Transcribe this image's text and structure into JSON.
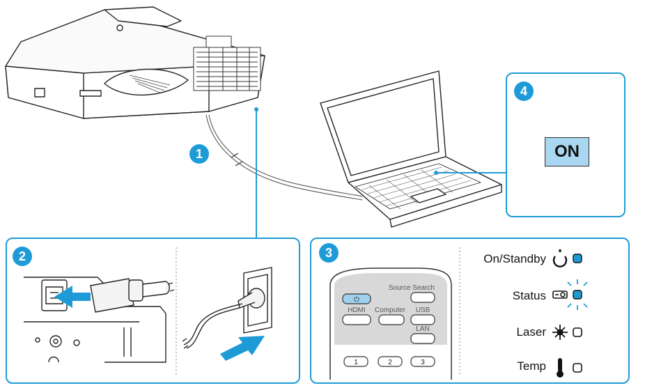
{
  "steps": {
    "s1": "1",
    "s2": "2",
    "s3": "3",
    "s4": "4"
  },
  "power_display": "ON",
  "remote": {
    "source_search": "Source Search",
    "hdmi": "HDMI",
    "computer": "Computer",
    "usb": "USB",
    "lan": "LAN",
    "num1": "1",
    "num2": "2",
    "num3": "3"
  },
  "indicators": [
    {
      "label": "On/Standby",
      "icon": "power-icon",
      "state": "on"
    },
    {
      "label": "Status",
      "icon": "projector-icon",
      "state": "flashing"
    },
    {
      "label": "Laser",
      "icon": "laser-icon",
      "state": "off"
    },
    {
      "label": "Temp",
      "icon": "thermometer-icon",
      "state": "off"
    }
  ],
  "colors": {
    "accent": "#1e9bd7",
    "indicator_on": "#1e9bd7",
    "on_button": "#a9d7f1"
  }
}
